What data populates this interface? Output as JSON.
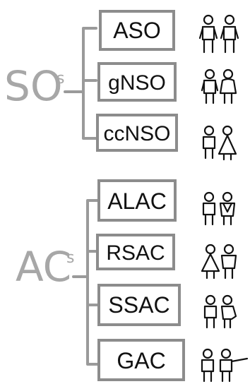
{
  "groups": [
    {
      "label": "SO",
      "superscript": "s",
      "items": [
        {
          "label": "ASO",
          "people_icon": "two-people-icon"
        },
        {
          "label": "gNSO",
          "people_icon": "two-people-icon"
        },
        {
          "label": "ccNSO",
          "people_icon": "two-people-icon"
        }
      ]
    },
    {
      "label": "AC",
      "superscript": "s",
      "items": [
        {
          "label": "ALAC",
          "people_icon": "two-people-icon"
        },
        {
          "label": "RSAC",
          "people_icon": "two-people-icon"
        },
        {
          "label": "SSAC",
          "people_icon": "two-people-icon"
        },
        {
          "label": "GAC",
          "people_icon": "two-people-icon"
        }
      ]
    }
  ]
}
